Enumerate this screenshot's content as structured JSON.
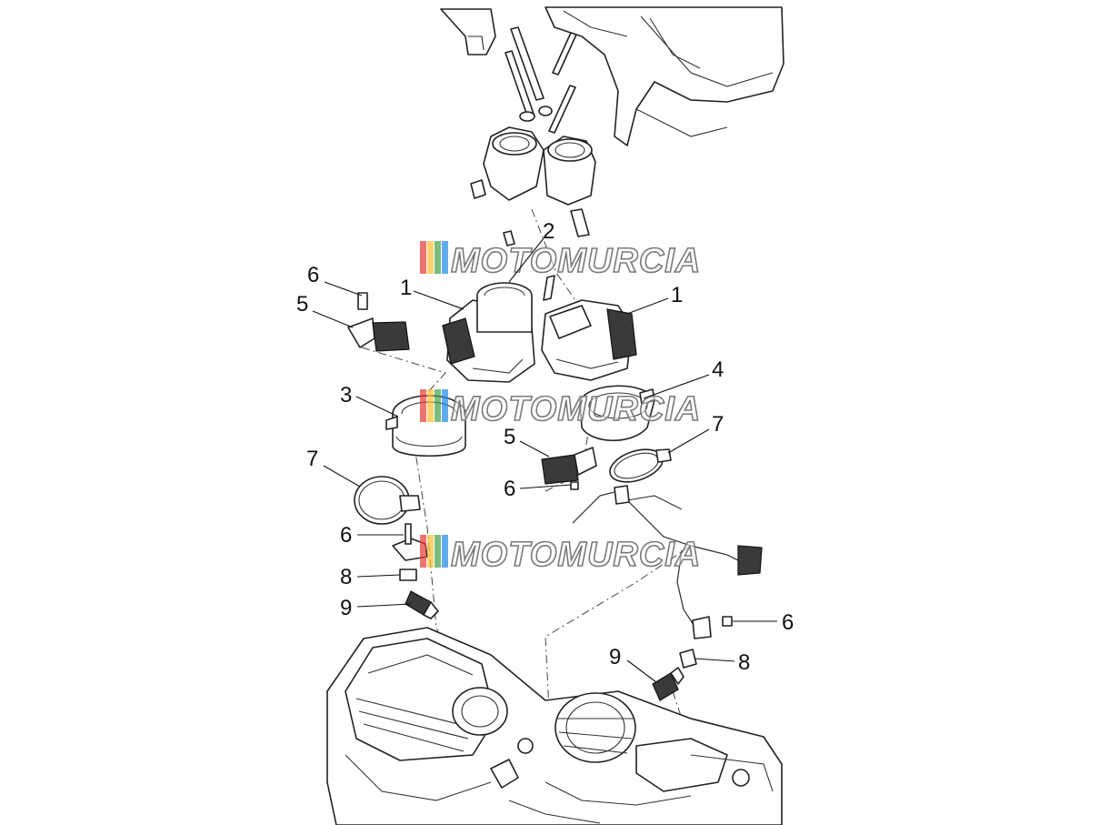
{
  "callouts": [
    {
      "id": "c1",
      "label": "6"
    },
    {
      "id": "c2",
      "label": "5"
    },
    {
      "id": "c3",
      "label": "1"
    },
    {
      "id": "c4",
      "label": "2"
    },
    {
      "id": "c5",
      "label": "1"
    },
    {
      "id": "c6",
      "label": "3"
    },
    {
      "id": "c7",
      "label": "4"
    },
    {
      "id": "c8",
      "label": "7"
    },
    {
      "id": "c9",
      "label": "5"
    },
    {
      "id": "c10",
      "label": "6"
    },
    {
      "id": "c11",
      "label": "7"
    },
    {
      "id": "c12",
      "label": "6"
    },
    {
      "id": "c13",
      "label": "8"
    },
    {
      "id": "c14",
      "label": "9"
    },
    {
      "id": "c15",
      "label": "6"
    },
    {
      "id": "c16",
      "label": "9"
    },
    {
      "id": "c17",
      "label": "8"
    }
  ],
  "watermark": {
    "text": "MOTOMURCIA",
    "colors": [
      "#e53935",
      "#fbc02d",
      "#43a047",
      "#1e88e5"
    ]
  }
}
